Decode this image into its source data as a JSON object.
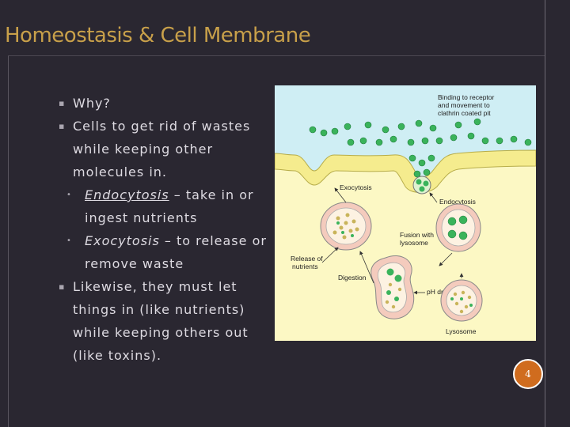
{
  "slide": {
    "title": "Homeostasis & Cell Membrane",
    "page_number": "4"
  },
  "bullets": [
    {
      "text": "Why?"
    },
    {
      "text": "Cells to get rid of wastes while keeping other molecules in."
    },
    {
      "term": "Endocytosis",
      "rest": " – take in or ingest nutrients"
    },
    {
      "term": "Exocytosis",
      "rest": " – to release or remove waste"
    },
    {
      "text": "Likewise, they must let things in (like nutrients) while keeping others out (like toxins)."
    }
  ],
  "figure": {
    "labels": {
      "binding": [
        "Binding to receptor",
        "and movement to",
        "clathrin coated pit"
      ],
      "exocytosis": "Exocytosis",
      "endocytosis": "Endocytosis",
      "fusion": [
        "Fusion with",
        "lysosome"
      ],
      "release": [
        "Release of",
        "nutrients"
      ],
      "digestion": "Digestion",
      "ph_drop": "pH drop",
      "lysosome": "Lysosome"
    },
    "colors": {
      "extracellular": "#cfeef4",
      "cytoplasm": "#fcf8c4",
      "membrane": "#f5ec8e",
      "particle": "#3ab35b",
      "vesicle": "#f4cbbd"
    }
  }
}
